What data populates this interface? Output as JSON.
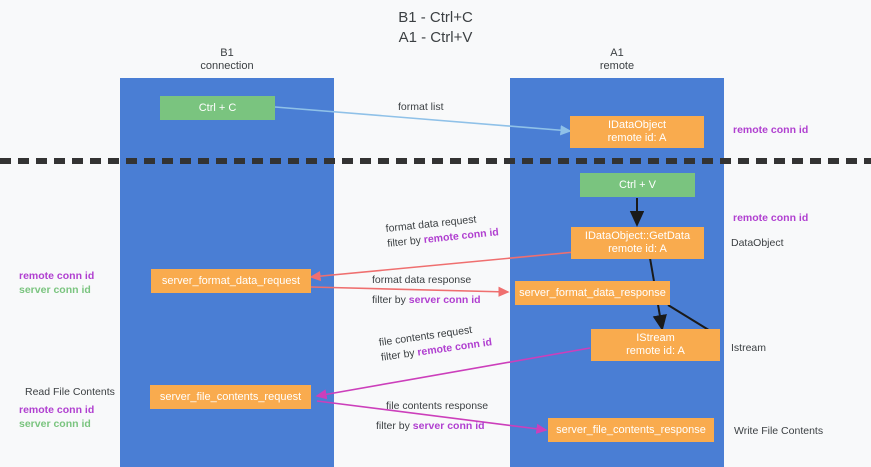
{
  "title": {
    "line1": "B1 - Ctrl+C",
    "line2": "A1 - Ctrl+V"
  },
  "columns": [
    {
      "id": "b1",
      "name": "B1",
      "role": "connection"
    },
    {
      "id": "a1",
      "name": "A1",
      "role": "remote"
    }
  ],
  "nodes": [
    {
      "id": "ctrl-c",
      "label1": "Ctrl + C",
      "label2": "",
      "color": "#7ac47f"
    },
    {
      "id": "idataobject",
      "label1": "IDataObject",
      "label2": "remote id: A",
      "color": "#f9ab4e"
    },
    {
      "id": "ctrl-v",
      "label1": "Ctrl + V",
      "label2": "",
      "color": "#7ac47f"
    },
    {
      "id": "idataobject-getdata",
      "label1": "IDataObject::GetData",
      "label2": "remote id: A",
      "color": "#f9ab4e"
    },
    {
      "id": "server-format-data-request",
      "label1": "server_format_data_request",
      "label2": "",
      "color": "#f9ab4e"
    },
    {
      "id": "server-format-data-response",
      "label1": "server_format_data_response",
      "label2": "",
      "color": "#f9ab4e"
    },
    {
      "id": "istream",
      "label1": "IStream",
      "label2": "remote id: A",
      "color": "#f9ab4e"
    },
    {
      "id": "server-file-contents-request",
      "label1": "server_file_contents_request",
      "label2": "",
      "color": "#f9ab4e"
    },
    {
      "id": "server-file-contents-response",
      "label1": "server_file_contents_response",
      "label2": "",
      "color": "#f9ab4e"
    }
  ],
  "edges": [
    {
      "id": "format-list",
      "line1": "format list",
      "line2_prefix": "",
      "line2_key": ""
    },
    {
      "id": "format-data-request",
      "line1": "format data request",
      "line2_prefix": "filter by ",
      "line2_key": "remote conn id"
    },
    {
      "id": "format-data-response",
      "line1": "format data response",
      "line2_prefix": "filter by ",
      "line2_key": "server conn id"
    },
    {
      "id": "file-contents-request",
      "line1": "file contents request",
      "line2_prefix": "filter by ",
      "line2_key": "remote conn id"
    },
    {
      "id": "file-contents-response",
      "line1": "file contents response",
      "line2_prefix": "filter by ",
      "line2_key": "server conn id"
    }
  ],
  "annotations": {
    "right_remote_conn_id_top": "remote conn id",
    "right_remote_conn_id_mid": "remote conn id",
    "right_dataobject": "DataObject",
    "right_istream": "Istream",
    "right_write_file_contents": "Write File Contents",
    "left_remote_conn_id": "remote conn id",
    "left_server_conn_id": "server conn id",
    "left_read_file_contents": "Read File Contents",
    "left_remote_conn_id_2": "remote conn id",
    "left_server_conn_id_2": "server conn id"
  },
  "colors": {
    "band": "#4a7ed4",
    "green_node": "#7ac47f",
    "orange_node": "#f9ab4e",
    "remote_conn_id": "#b03fd0",
    "server_conn_id": "#7ac47f",
    "arrow_blue": "#8fc1e8",
    "arrow_red": "#ef6f6f",
    "arrow_magenta": "#cc3fbb",
    "arrow_black": "#1a1a1a",
    "background": "#f8f9fa"
  }
}
